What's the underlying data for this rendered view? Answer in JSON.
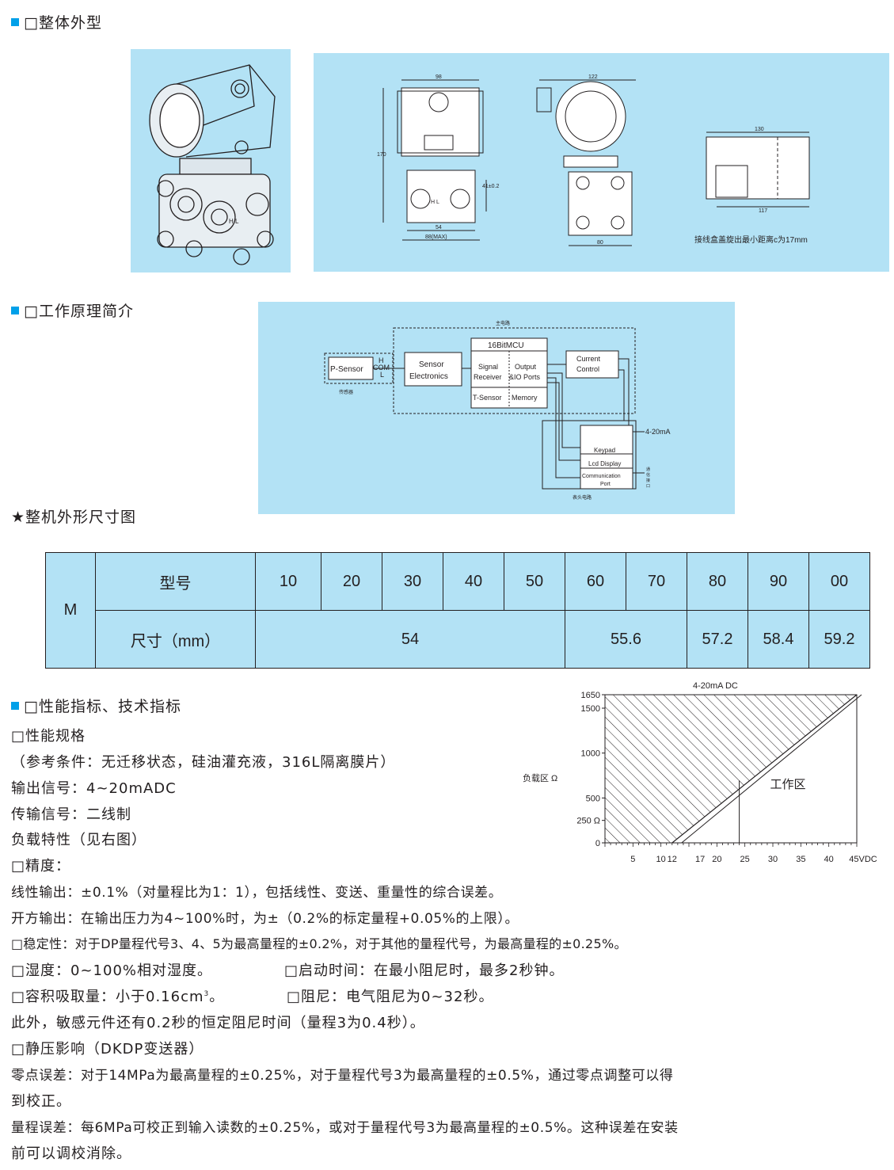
{
  "sections": {
    "appearance": "□整体外型",
    "principle": "□工作原理简介",
    "dimension_title": "★整机外形尺寸图",
    "performance": "□性能指标、技术指标"
  },
  "drawing": {
    "dims": [
      "98",
      "170",
      "41±0.2",
      "54",
      "88(MAX)",
      "122",
      "80",
      "130",
      "117"
    ],
    "h_l": "H L",
    "h_l_front": "H   L",
    "note": "接线盒盖旋出最小距离c为17mm"
  },
  "block_diagram": {
    "main_circuit": "主电路",
    "p_sensor": "P-Sensor",
    "sensor_label": "传感器",
    "h": "H",
    "com": "COM",
    "l": "L",
    "sensor_electronics": [
      "Sensor",
      "Electronics"
    ],
    "mcu": "16BitMCU",
    "signal_receiver": [
      "Signal",
      "Receiver"
    ],
    "output_ports": [
      "Output",
      "&IO Ports"
    ],
    "t_sensor": "T-Sensor",
    "memory": "Memory",
    "current_control": [
      "Current",
      "Control"
    ],
    "output_signal": "4-20mA",
    "keypad": "Keypad",
    "lcd": "Lcd Display",
    "comm_port": [
      "Communication",
      "Port"
    ],
    "comm_interface": [
      "通",
      "信",
      "接",
      "口"
    ],
    "meter_circuit": "表头电路"
  },
  "dimension_table": {
    "prefix": "M",
    "row1_label": "型号",
    "models": [
      "10",
      "20",
      "30",
      "40",
      "50",
      "60",
      "70",
      "80",
      "90",
      "00"
    ],
    "row2_label": "尺寸（mm）",
    "sizes": [
      "54",
      "55.6",
      "57.2",
      "58.4",
      "59.2"
    ]
  },
  "chart_data": {
    "type": "area",
    "title": "4-20mA DC",
    "ylabel": "负载区 Ω",
    "y_ticks": [
      "1650",
      "1500",
      "1000",
      "500",
      "250 Ω",
      "0"
    ],
    "x_ticks": [
      "5",
      "10",
      "12",
      "17",
      "20",
      "25",
      "30",
      "35",
      "40",
      "45VDC"
    ],
    "xlim": [
      0,
      45
    ],
    "ylim": [
      0,
      1650
    ],
    "series": [
      {
        "x": [
          12,
          45
        ],
        "y": [
          0,
          1650
        ]
      }
    ],
    "marker_x": 24,
    "region_label": "工作区"
  },
  "specs": [
    "□性能规格",
    "（参考条件：无迁移状态，硅油灌充液，316L隔离膜片）",
    "输出信号：4~20mADC",
    "传输信号：二线制",
    "负载特性（见右图）",
    "□精度：",
    "线性输出：±0.1%（对量程比为1：1），包括线性、变送、重量性的综合误差。",
    "开方输出：在输出压力为4~100%时，为±（0.2%的标定量程+0.05%的上限）。",
    "□稳定性：对于DP量程代号3、4、5为最高量程的±0.2%，对于其他的量程代号，为最高量程的±0.25%。",
    "□湿度：0~100%相对湿度。",
    "□启动时间：在最小阻尼时，最多2秒钟。",
    "□容积吸取量：小于0.16cm",
    "3",
    "。",
    "□阻尼：电气阻尼为0~32秒。",
    "此外，敏感元件还有0.2秒的恒定阻尼时间（量程3为0.4秒）。",
    "□静压影响（DKDP变送器）",
    "零点误差：对于14MPa为最高量程的±0.25%，对于量程代号3为最高量程的±0.5%，通过零点调整可以得",
    "到校正。",
    "量程误差：每6MPa可校正到输入读数的±0.25%，或对于量程代号3为最高量程的±0.5%。这种误差在安装",
    "前可以调校消除。"
  ]
}
